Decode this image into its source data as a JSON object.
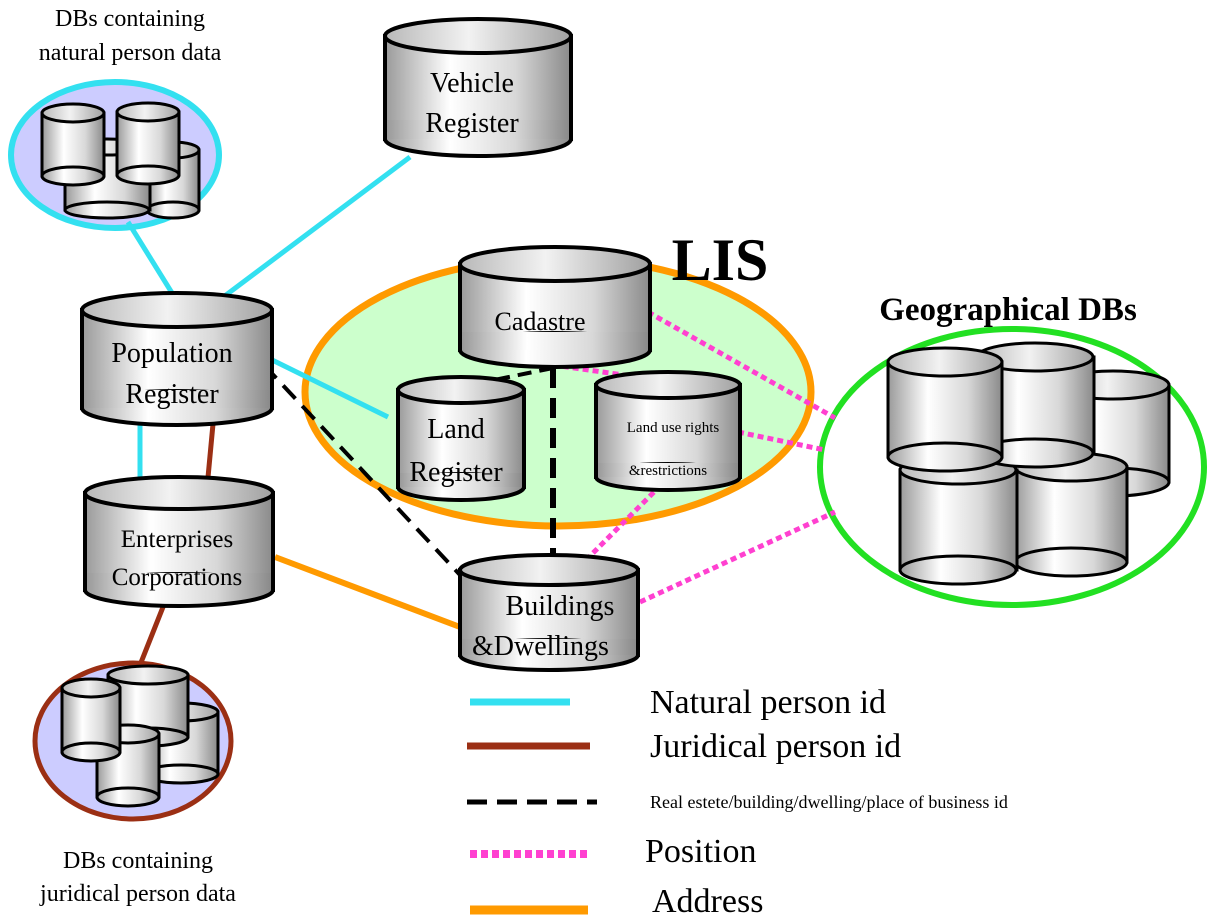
{
  "colors": {
    "natural_person": "#33e0f0",
    "juridical_person": "#9b2f14",
    "real_estate": "#000000",
    "position": "#ff40d0",
    "address": "#ff9a00",
    "lis_fill": "#ccffcc",
    "cluster_fill": "#ccccff",
    "geo_ring": "#22e022"
  },
  "top_caption": {
    "line1": "DBs containing",
    "line2": "natural person data"
  },
  "bottom_caption": {
    "line1": "DBs containing",
    "line2": "juridical person data"
  },
  "lis_label": "LIS",
  "geo_label": "Geographical DBs",
  "databases": {
    "vehicle": {
      "line1": "Vehicle",
      "line2": "Register"
    },
    "population": {
      "line1": "Population",
      "line2": "Register"
    },
    "enterprises": {
      "line1": "Enterprises",
      "line2": "Corporations"
    },
    "cadastre": {
      "line1": "Cadastre"
    },
    "land_register": {
      "line1": "Land",
      "line2": "Register"
    },
    "land_use": {
      "line1": "Land use rights",
      "line2": "&restrictions"
    },
    "buildings": {
      "line1": "Buildings",
      "line2": "&Dwellings"
    }
  },
  "legend": [
    {
      "key": "natural",
      "label": "Natural person id",
      "icon": "solid-cyan-line"
    },
    {
      "key": "juridical",
      "label": "Juridical person id",
      "icon": "solid-brown-line"
    },
    {
      "key": "realestate",
      "label": "Real estete/building/dwelling/place of business id",
      "icon": "dashed-black-line"
    },
    {
      "key": "position",
      "label": "Position",
      "icon": "dotted-magenta-line"
    },
    {
      "key": "address",
      "label": "Address",
      "icon": "solid-orange-line"
    }
  ]
}
